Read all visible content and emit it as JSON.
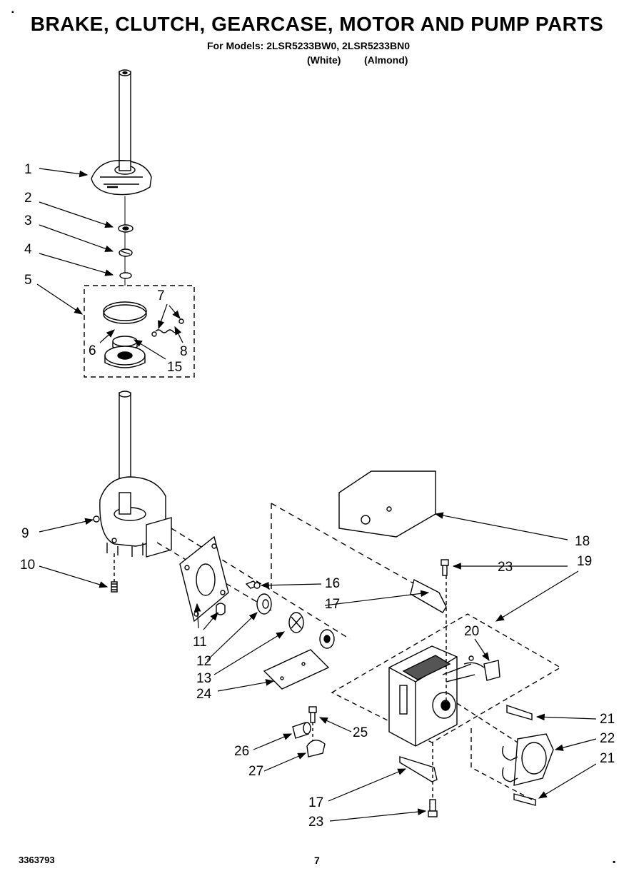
{
  "page": {
    "title": "BRAKE, CLUTCH, GEARCASE, MOTOR AND PUMP PARTS",
    "models_line": "For Models: 2LSR5233BW0, 2LSR5233BN0",
    "variant_white": "(White)",
    "variant_almond": "(Almond)",
    "doc_number": "3363793",
    "page_number": "7"
  },
  "callouts": {
    "c1": "1",
    "c2": "2",
    "c3": "3",
    "c4": "4",
    "c5": "5",
    "c6": "6",
    "c7": "7",
    "c8": "8",
    "c9": "9",
    "c10": "10",
    "c11": "11",
    "c12": "12",
    "c13": "13",
    "c15": "15",
    "c16": "16",
    "c17a": "17",
    "c17b": "17",
    "c18": "18",
    "c19": "19",
    "c20": "20",
    "c21a": "21",
    "c21b": "21",
    "c22": "22",
    "c23a": "23",
    "c23b": "23",
    "c24": "24",
    "c25": "25",
    "c26": "26",
    "c27": "27"
  }
}
